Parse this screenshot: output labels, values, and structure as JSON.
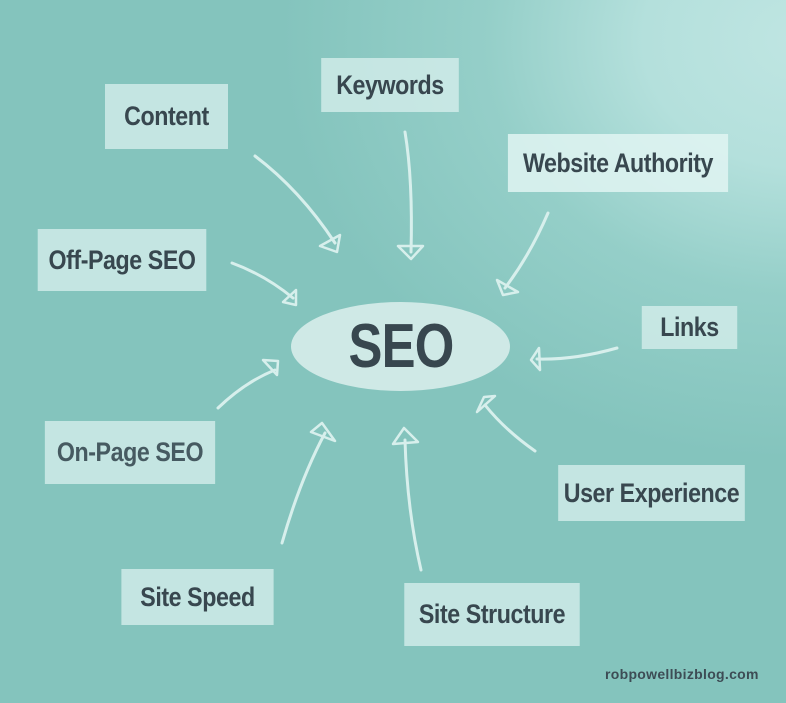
{
  "diagram": {
    "type": "hub-and-spoke",
    "center": {
      "label": "SEO"
    },
    "nodes": [
      {
        "id": "content",
        "label": "Content"
      },
      {
        "id": "keywords",
        "label": "Keywords"
      },
      {
        "id": "website-authority",
        "label": "Website Authority"
      },
      {
        "id": "off-page-seo",
        "label": "Off-Page SEO"
      },
      {
        "id": "links",
        "label": "Links"
      },
      {
        "id": "on-page-seo",
        "label": "On-Page SEO"
      },
      {
        "id": "user-experience",
        "label": "User Experience"
      },
      {
        "id": "site-speed",
        "label": "Site Speed"
      },
      {
        "id": "site-structure",
        "label": "Site Structure"
      }
    ],
    "edges_direction": "all nodes point to center"
  },
  "credit": "robpowellbizblog.com",
  "colors": {
    "background": "#84c4bd",
    "background_highlight": "#bfe5e2",
    "box": "#d6eeec",
    "text": "#38474f",
    "arrow": "#d7efec"
  }
}
